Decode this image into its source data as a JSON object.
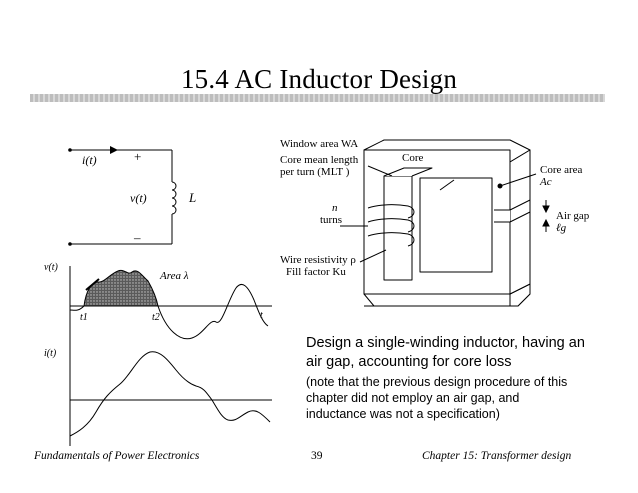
{
  "slide": {
    "title": "15.4  AC Inductor Design",
    "page_number": "39",
    "footer_left": "Fundamentals of Power Electronics",
    "footer_right": "Chapter 15: Transformer design"
  },
  "circuit": {
    "current_label": "i(t)",
    "plus": "+",
    "minus": "–",
    "voltage_label": "v(t)",
    "inductor_label": "L"
  },
  "waveforms": {
    "v_axis_label": "v(t)",
    "area_label": "Area λ",
    "t1_label": "t1",
    "t2_label": "t2",
    "t_label": "t",
    "i_axis_label": "i(t)"
  },
  "core_diagram": {
    "window_area": "Window area WA",
    "mlt_line1": "Core mean length",
    "mlt_line2": "per turn (MLT )",
    "core": "Core",
    "core_area_line1": "Core area",
    "core_area_line2": "Ac",
    "air_gap_line1": "Air gap",
    "air_gap_line2": "ℓg",
    "turns_line1": "n",
    "turns_line2": "turns",
    "wire_resistivity": "Wire resistivity ρ",
    "fill_factor": "Fill factor Ku"
  },
  "text": {
    "main": "Design a single-winding inductor, having an air gap, accounting for core loss",
    "note": "(note that the previous design procedure of this chapter did not employ an air gap, and inductance was not a specification)"
  }
}
